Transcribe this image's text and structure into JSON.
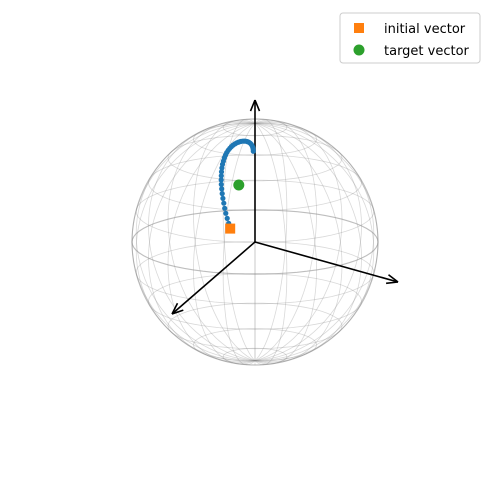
{
  "chart_data": {
    "type": "scatter",
    "projection": "3d-bloch-sphere",
    "title": "",
    "legend": {
      "placement": "top-right",
      "entries": [
        {
          "label": "initial vector",
          "marker": "square",
          "color": "#ff7f0e"
        },
        {
          "label": "target vector",
          "marker": "circle",
          "color": "#2ca02c"
        }
      ]
    },
    "sphere": {
      "radius": 1,
      "wireframe_color": "#888888"
    },
    "axes": {
      "x_range": [
        -1,
        1
      ],
      "y_range": [
        -1,
        1
      ],
      "z_range": [
        -1,
        1
      ],
      "grid": false,
      "arrows": 3
    },
    "series": [
      {
        "marker": "circle",
        "color": "#1f77b4",
        "points": [
          [
            -0.202,
            0.077,
            0.092
          ],
          [
            -0.214,
            0.079,
            0.135
          ],
          [
            -0.226,
            0.081,
            0.177
          ],
          [
            -0.237,
            0.083,
            0.219
          ],
          [
            -0.246,
            0.085,
            0.261
          ],
          [
            -0.254,
            0.087,
            0.303
          ],
          [
            -0.261,
            0.089,
            0.343
          ],
          [
            -0.267,
            0.091,
            0.383
          ],
          [
            -0.271,
            0.092,
            0.422
          ],
          [
            -0.274,
            0.094,
            0.46
          ],
          [
            -0.275,
            0.095,
            0.497
          ],
          [
            -0.274,
            0.096,
            0.532
          ],
          [
            -0.272,
            0.097,
            0.565
          ],
          [
            -0.269,
            0.098,
            0.597
          ],
          [
            -0.264,
            0.099,
            0.627
          ],
          [
            -0.257,
            0.099,
            0.655
          ],
          [
            -0.249,
            0.1,
            0.681
          ],
          [
            -0.24,
            0.1,
            0.705
          ],
          [
            -0.23,
            0.101,
            0.726
          ],
          [
            -0.218,
            0.101,
            0.745
          ],
          [
            -0.205,
            0.101,
            0.762
          ],
          [
            -0.192,
            0.101,
            0.776
          ],
          [
            -0.178,
            0.101,
            0.789
          ],
          [
            -0.163,
            0.101,
            0.799
          ],
          [
            -0.148,
            0.101,
            0.808
          ],
          [
            -0.133,
            0.101,
            0.814
          ],
          [
            -0.118,
            0.101,
            0.819
          ],
          [
            -0.103,
            0.1,
            0.822
          ],
          [
            -0.089,
            0.1,
            0.823
          ],
          [
            -0.075,
            0.1,
            0.822
          ],
          [
            -0.062,
            0.099,
            0.819
          ],
          [
            -0.05,
            0.099,
            0.814
          ],
          [
            -0.039,
            0.098,
            0.806
          ],
          [
            -0.03,
            0.098,
            0.796
          ],
          [
            -0.023,
            0.097,
            0.784
          ],
          [
            -0.018,
            0.097,
            0.77
          ],
          [
            -0.015,
            0.096,
            0.754
          ],
          [
            -0.014,
            0.096,
            0.738
          ]
        ]
      }
    ],
    "initial_vector": [
      -0.202,
      0.077,
      0.092
    ],
    "target_vector": [
      -0.132,
      0.003,
      0.479
    ]
  }
}
